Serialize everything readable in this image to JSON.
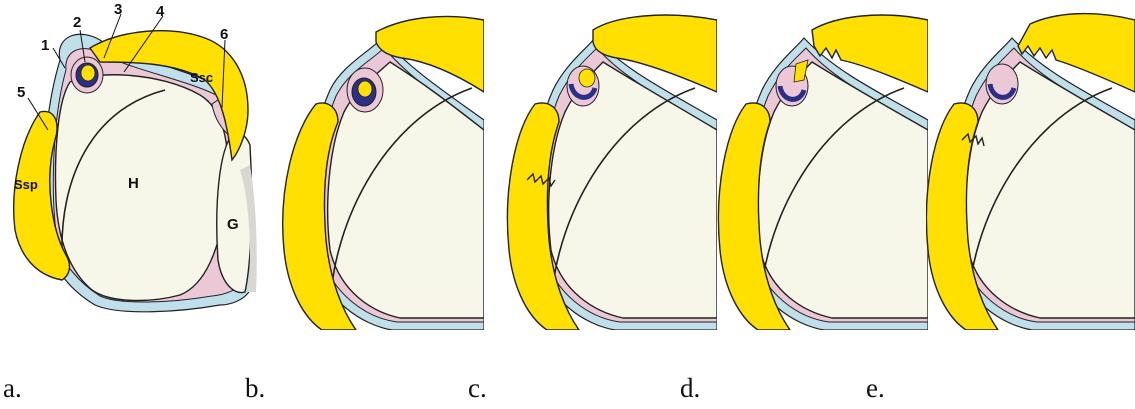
{
  "panels": [
    {
      "letter": "a."
    },
    {
      "letter": "b."
    },
    {
      "letter": "c."
    },
    {
      "letter": "d."
    },
    {
      "letter": "e."
    }
  ],
  "callouts": [
    "1",
    "2",
    "3",
    "4",
    "5",
    "6"
  ],
  "structures": {
    "ssc": "Ssc",
    "ssp": "Ssp",
    "humeral_head": "H",
    "glenoid": "G"
  },
  "colors": {
    "tendon_yellow": "#ffe000",
    "capsule_blue": "#bfe0ea",
    "synovial_pink": "#ecc8d6",
    "head_cream": "#f6f6e9",
    "tendon_navy": "#2a2f8a",
    "outline": "#222222"
  }
}
